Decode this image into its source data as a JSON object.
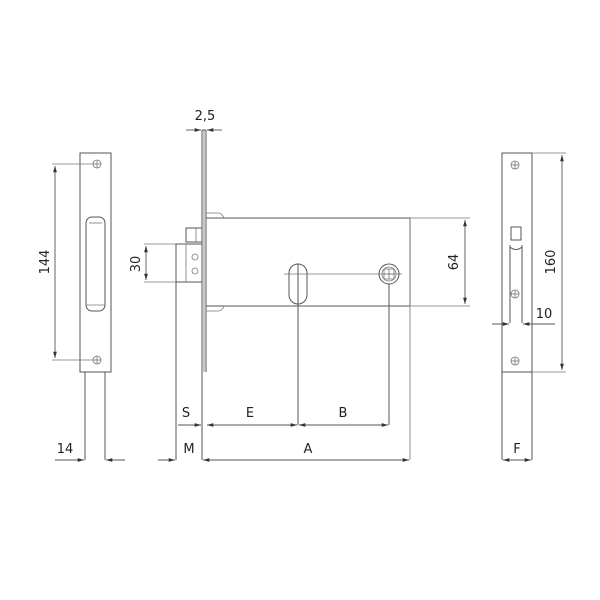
{
  "drawing": {
    "type": "mortise lock technical dimension drawing",
    "views": [
      "left strike plate (front view)",
      "lock body (side view)",
      "right faceplate (front view)"
    ],
    "colors": {
      "line": "#555555",
      "text": "#222222",
      "background": "#ffffff"
    }
  },
  "labels": {
    "strike_screw_spacing": "144",
    "strike_width": "14",
    "faceplate_thickness": "2,5",
    "latch_height": "30",
    "body_height": "64",
    "faceplate_height": "160",
    "faceplate_width_small": "10",
    "S": "S",
    "E": "E",
    "B": "B",
    "M": "M",
    "A": "A",
    "F": "F"
  }
}
